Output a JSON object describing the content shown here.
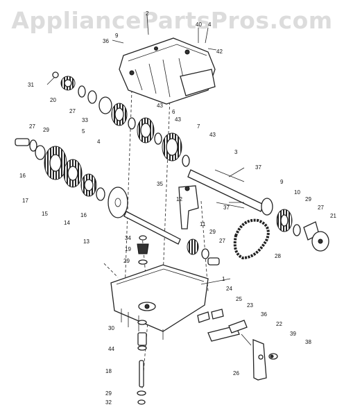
{
  "watermark": "AppliancePartsPros.com",
  "callouts": [
    {
      "id": "c2",
      "text": "2"
    },
    {
      "id": "c9a",
      "text": "9"
    },
    {
      "id": "c36a",
      "text": "36"
    },
    {
      "id": "c40",
      "text": "40"
    },
    {
      "id": "c4a",
      "text": "4"
    },
    {
      "id": "c42",
      "text": "42"
    },
    {
      "id": "c31",
      "text": "31"
    },
    {
      "id": "c20",
      "text": "20"
    },
    {
      "id": "c27a",
      "text": "27"
    },
    {
      "id": "c33",
      "text": "33"
    },
    {
      "id": "c5",
      "text": "5"
    },
    {
      "id": "c43a",
      "text": "43"
    },
    {
      "id": "c6",
      "text": "6"
    },
    {
      "id": "c4b",
      "text": "4"
    },
    {
      "id": "c43b",
      "text": "43"
    },
    {
      "id": "c7",
      "text": "7"
    },
    {
      "id": "c43c",
      "text": "43"
    },
    {
      "id": "c27b",
      "text": "27"
    },
    {
      "id": "c29a",
      "text": "29"
    },
    {
      "id": "c3",
      "text": "3"
    },
    {
      "id": "c37a",
      "text": "37"
    },
    {
      "id": "c16a",
      "text": "16"
    },
    {
      "id": "c17",
      "text": "17"
    },
    {
      "id": "c15",
      "text": "15"
    },
    {
      "id": "c14",
      "text": "14"
    },
    {
      "id": "c16b",
      "text": "16"
    },
    {
      "id": "c13",
      "text": "13"
    },
    {
      "id": "c35",
      "text": "35"
    },
    {
      "id": "c12",
      "text": "12"
    },
    {
      "id": "c37b",
      "text": "37"
    },
    {
      "id": "c9b",
      "text": "9"
    },
    {
      "id": "c10",
      "text": "10"
    },
    {
      "id": "c29b",
      "text": "29"
    },
    {
      "id": "c27c",
      "text": "27"
    },
    {
      "id": "c21",
      "text": "21"
    },
    {
      "id": "c34",
      "text": "34"
    },
    {
      "id": "c19",
      "text": "19"
    },
    {
      "id": "c29c",
      "text": "29"
    },
    {
      "id": "c11",
      "text": "11"
    },
    {
      "id": "c29d",
      "text": "29"
    },
    {
      "id": "c27d",
      "text": "27"
    },
    {
      "id": "c28",
      "text": "28"
    },
    {
      "id": "c1",
      "text": "1"
    },
    {
      "id": "c24",
      "text": "24"
    },
    {
      "id": "c25",
      "text": "25"
    },
    {
      "id": "c23",
      "text": "23"
    },
    {
      "id": "c36b",
      "text": "36"
    },
    {
      "id": "c22",
      "text": "22"
    },
    {
      "id": "c39",
      "text": "39"
    },
    {
      "id": "c38",
      "text": "38"
    },
    {
      "id": "c30",
      "text": "30"
    },
    {
      "id": "c44",
      "text": "44"
    },
    {
      "id": "c18",
      "text": "18"
    },
    {
      "id": "c26",
      "text": "26"
    },
    {
      "id": "c29e",
      "text": "29"
    },
    {
      "id": "c32",
      "text": "32"
    }
  ]
}
